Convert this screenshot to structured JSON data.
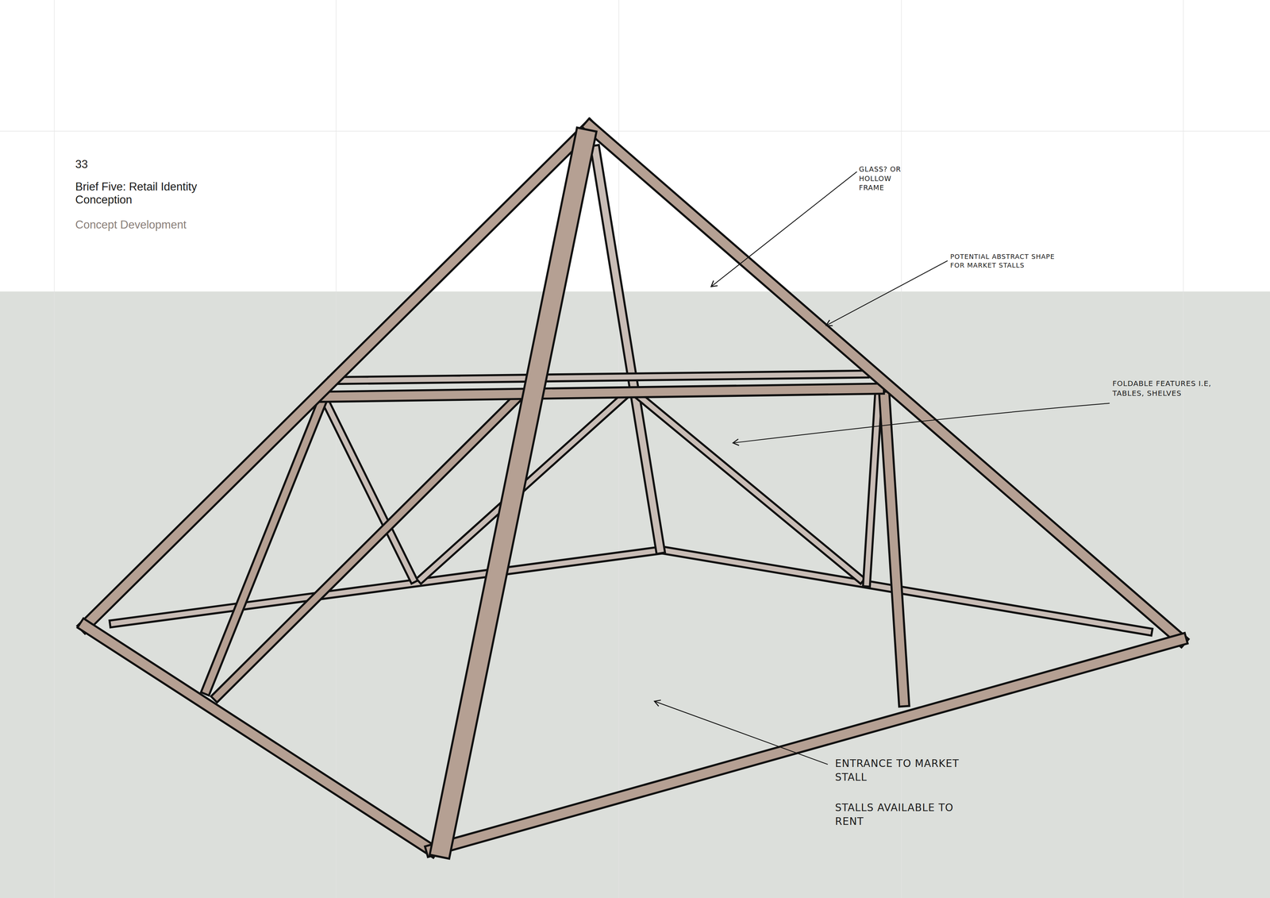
{
  "diagram": {
    "title": "Brief Five: Retail Identity Conception",
    "labels": [
      "33",
      "Concept Development",
      "GLASS? OR HOLLOW FRAME",
      "POTENTIAL ABSTRACT SHAPE FOR MARKET STALLS",
      "FOLDABLE FEATURES I.E, TABLES, SHELVES",
      "ENTRANCE TO MARKET STALL",
      "STALLS AVAILABLE TO RENT"
    ]
  }
}
